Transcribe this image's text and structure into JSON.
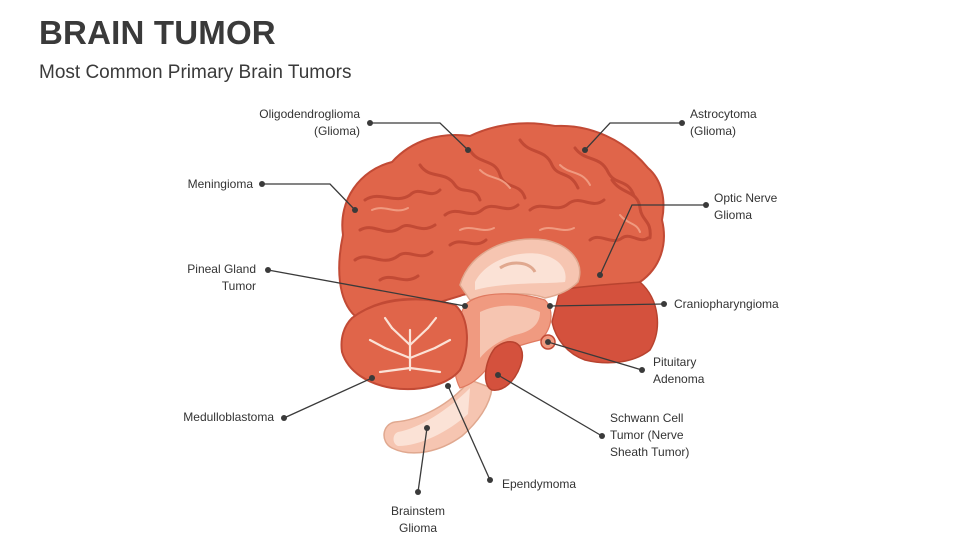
{
  "header": {
    "title": "BRAIN TUMOR",
    "subtitle": "Most Common Primary Brain Tumors"
  },
  "labels": {
    "oligodendroglioma": [
      "Oligodendroglioma",
      "(Glioma)"
    ],
    "astrocytoma": [
      "Astrocytoma",
      "(Glioma)"
    ],
    "meningioma": [
      "Meningioma"
    ],
    "optic_nerve_glioma": [
      "Optic Nerve",
      "Glioma"
    ],
    "pineal_gland_tumor": [
      "Pineal Gland",
      "Tumor"
    ],
    "craniopharyngioma": [
      "Craniopharyngioma"
    ],
    "pituitary_adenoma": [
      "Pituitary",
      "Adenoma"
    ],
    "medulloblastoma": [
      "Medulloblastoma"
    ],
    "schwann_cell_tumor": [
      "Schwann Cell",
      "Tumor (Nerve",
      "Sheath Tumor)"
    ],
    "ependymoma": [
      "Ependymoma"
    ],
    "brainstem_glioma": [
      "Brainstem",
      "Glioma"
    ]
  },
  "colors": {
    "cortex": "#e0654a",
    "cortex_dark": "#c24a35",
    "cortex_light": "#f09a80",
    "inner_light": "#f6c5b1",
    "inner_pale": "#fbe2d6",
    "deep_red": "#d4513d",
    "leader": "#3a3a3a"
  }
}
